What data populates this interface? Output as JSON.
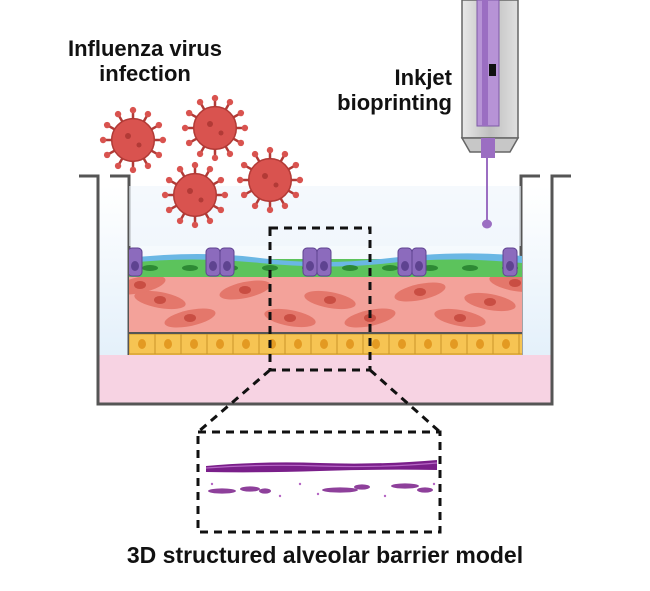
{
  "labels": {
    "virus": [
      "Influenza virus",
      "infection"
    ],
    "printing": [
      "Inkjet",
      "bioprinting"
    ],
    "caption": "3D structured alveolar barrier model"
  },
  "colors": {
    "virus": "#d9534f",
    "virus_dark": "#b23a36",
    "epithelium_surface": "#6ab7e4",
    "epithelium_green": "#5cc35c",
    "alveolar_cell_purple": "#8c6bbd",
    "fibroblast_layer": "#f3a29a",
    "fibroblast_cell": "#e4776b",
    "endothelial_layer": "#f6c453",
    "medium_pink": "#f7d3e3",
    "well_gradient_top": "#ffffff",
    "well_gradient_bottom": "#dcecf9",
    "printhead": "#c7c7c7",
    "ink": "#9b6ec2",
    "histology_purple": "#7a1f8a"
  },
  "icons": {
    "virus": "virus-icon",
    "printhead": "printhead-icon",
    "droplet": "ink-droplet-icon",
    "zoom_box": "zoom-box",
    "histology": "histology-section-image"
  }
}
